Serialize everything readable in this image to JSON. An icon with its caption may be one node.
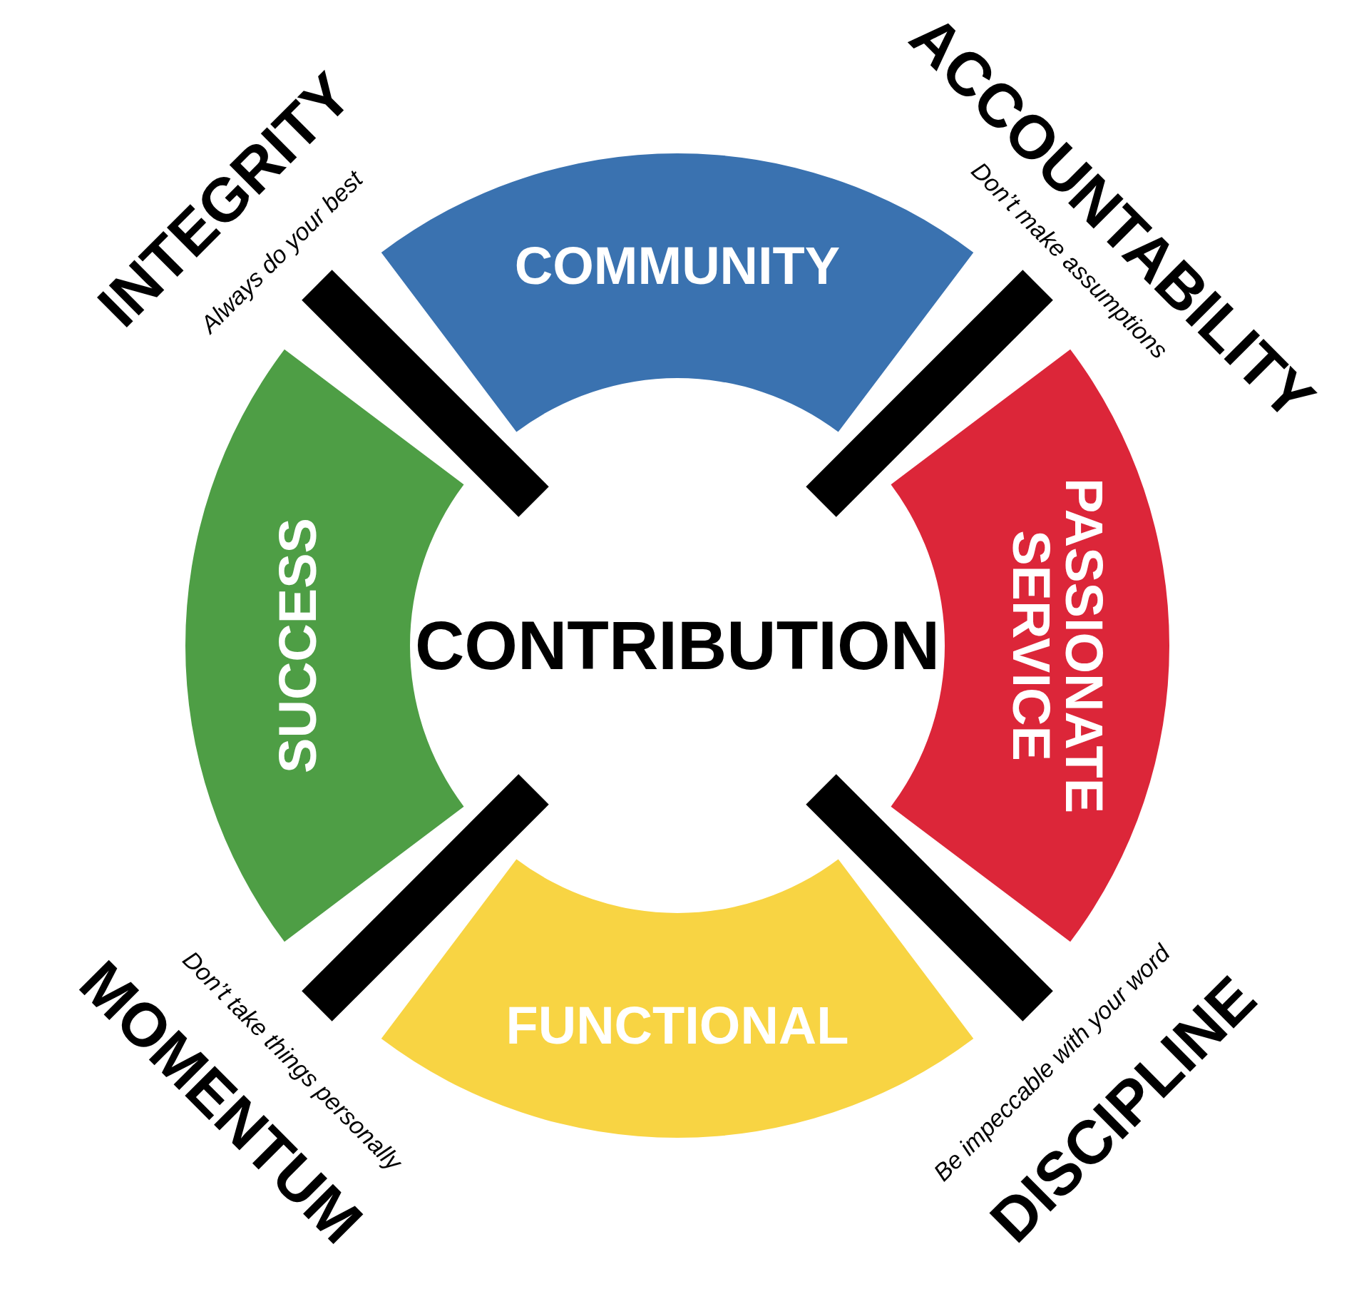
{
  "diagram": {
    "nodes": [
      {
        "text": [
          "COMMUNITY"
        ]
      },
      {
        "text": [
          "SUCCESS"
        ]
      },
      {
        "text": [
          "PASSIONATE SERVICE"
        ]
      },
      {
        "text": [
          "FUNCTIONAL"
        ]
      }
    ],
    "labels": [
      "INTEGRITY",
      "Always do your best",
      "ACCOUNTABILITY",
      "Don’t make assumptions",
      "CONTRIBUTION",
      "Don’t take things personally",
      "MOMENTUM",
      "Be impeccable with your word",
      "DISCIPLINE"
    ]
  }
}
